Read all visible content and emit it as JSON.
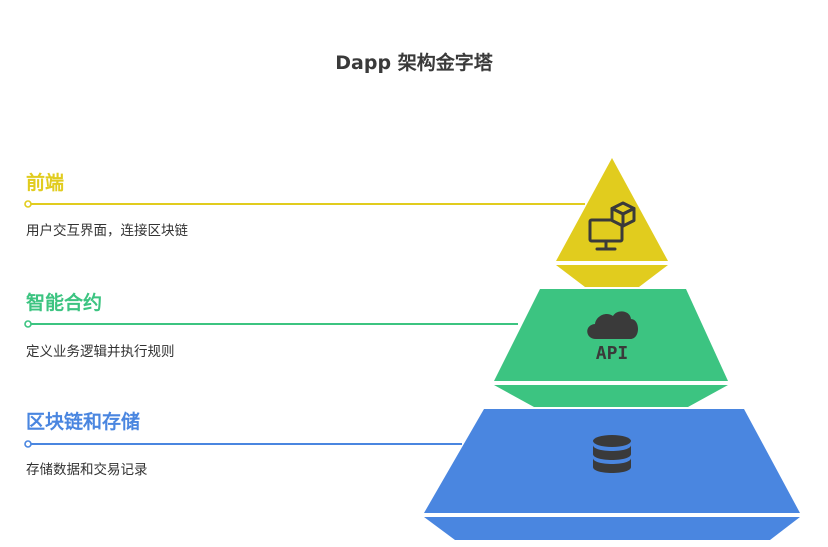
{
  "title": "Dapp 架构金字塔",
  "layers": [
    {
      "name": "前端",
      "description": "用户交互界面，连接区块链",
      "color": "#e1cc1e",
      "icon": "computer-cube-icon"
    },
    {
      "name": "智能合约",
      "description": "定义业务逻辑并执行规则",
      "color": "#3cc481",
      "icon": "cloud-api-icon",
      "icon_text": "API"
    },
    {
      "name": "区块链和存储",
      "description": "存储数据和交易记录",
      "color": "#4a86e0",
      "icon": "database-icon"
    }
  ]
}
